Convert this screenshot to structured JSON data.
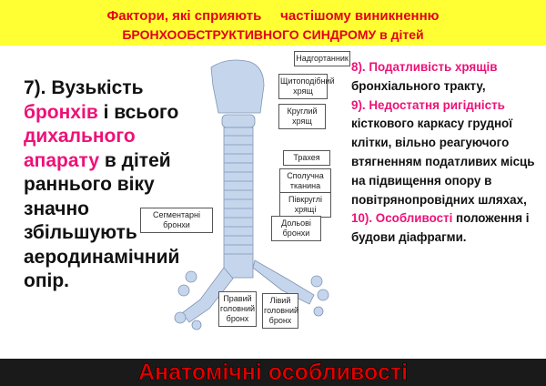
{
  "header": {
    "line1": "Фактори, які сприяють     частішому виникненню",
    "line2": "БРОНХООБСТРУКТИВНОГО СИНДРОМУ в дітей"
  },
  "left": {
    "p1": "7). Вузькість ",
    "p2": "бронхів",
    "p3": " і всього ",
    "p4": "дихального апарату",
    "p5": " в   дітей раннього віку значно збільшують аеродинамічний опір."
  },
  "right": {
    "i8a": "8). Податливість хрящів",
    "i8b": " бронхіального тракту,",
    "i9a": "9). Недостатня ригідність",
    "i9b": " кісткового каркасу грудної клітки, вільно реагуючого втягненням податливих місць на підвищення опору в повітрянопровідних шляхах,",
    "i10a": "10). Особливості",
    "i10b": " положення і будови діафрагми."
  },
  "diagram": {
    "labels": [
      "Надгортанник",
      "Щитоподібний хрящ",
      "Круглий хрящ",
      "Трахея",
      "Сполучна тканина",
      "Півкруглі хрящі",
      "Дольові бронхи",
      "Сегментарні бронхи",
      "Правий головний бронх",
      "Лівий головний бронх"
    ]
  },
  "footer": {
    "title": "Анатомічні особливості"
  },
  "colors": {
    "header_bg": "#ffff33",
    "accent": "#ee1177",
    "title_red": "#e4001b",
    "footer_bg": "#1a1a1a"
  }
}
